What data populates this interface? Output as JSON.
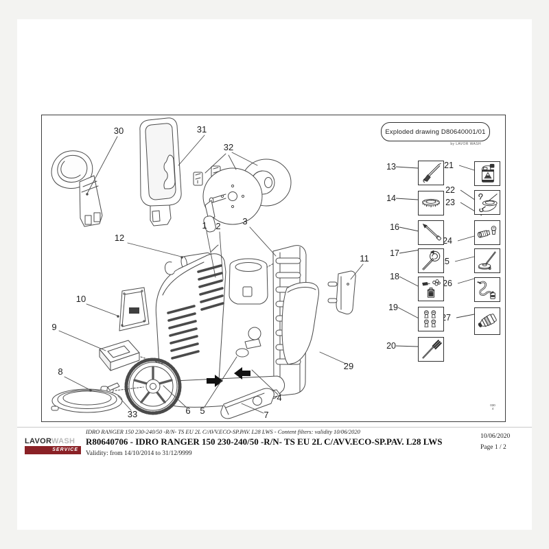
{
  "header": {
    "title_box_label": "Exploded drawing D80640001/01",
    "byline": "by LAVOR WASH"
  },
  "diagram": {
    "corner_note": "030",
    "corner_note_sub": "4",
    "callouts": {
      "n1": "1",
      "n2": "2",
      "n3": "3",
      "n4": "4",
      "n5": "5",
      "n6": "6",
      "n7": "7",
      "n8": "8",
      "n9": "9",
      "n10": "10",
      "n11": "11",
      "n12": "12",
      "n29": "29",
      "n30": "30",
      "n31": "31",
      "n32": "32",
      "n33": "33"
    }
  },
  "parts_grid": {
    "left": [
      {
        "number": "13",
        "icon": "spray-gun-icon"
      },
      {
        "number": "14",
        "icon": "reel-disc-icon"
      },
      {
        "number": "16",
        "icon": "lance-icon"
      },
      {
        "number": "17",
        "icon": "hose-reel-lance-icon"
      },
      {
        "number": "18",
        "icon": "foam-sprayer-icon"
      },
      {
        "number": "19",
        "icon": "nozzle-kit-icon"
      },
      {
        "number": "20",
        "icon": "brush-icon"
      }
    ],
    "right": [
      {
        "numbers": [
          "21"
        ],
        "icon": "detergent-bottle-icon"
      },
      {
        "numbers": [
          "22",
          "23"
        ],
        "icon": "hose-fitting-icon"
      },
      {
        "numbers": [
          "24"
        ],
        "icon": "adapter-icon"
      },
      {
        "numbers": [
          "25"
        ],
        "icon": "patio-cleaner-icon"
      },
      {
        "numbers": [
          "26"
        ],
        "icon": "drain-kit-icon"
      },
      {
        "numbers": [
          "27"
        ],
        "icon": "filter-nozzle-icon"
      }
    ]
  },
  "footer": {
    "logo": {
      "brand_primary": "LAVOR",
      "brand_secondary": "WASH",
      "service_label": "SERVICE",
      "bar_color": "#8a2126"
    },
    "model_filter_line": "IDRO RANGER 150 230-240/50 -R/N- TS EU 2L C/AVV.ECO-SP.PAV. L28 LWS - Content filters: validity 10/06/2020",
    "code_line": "R80640706 - IDRO RANGER 150 230-240/50 -R/N- TS EU 2L C/AVV.ECO-SP.PAV. L28 LWS",
    "validity_line": "Validity: from 14/10/2014 to 31/12/9999",
    "date": "10/06/2020",
    "page_indicator": "Page 1 / 2"
  }
}
